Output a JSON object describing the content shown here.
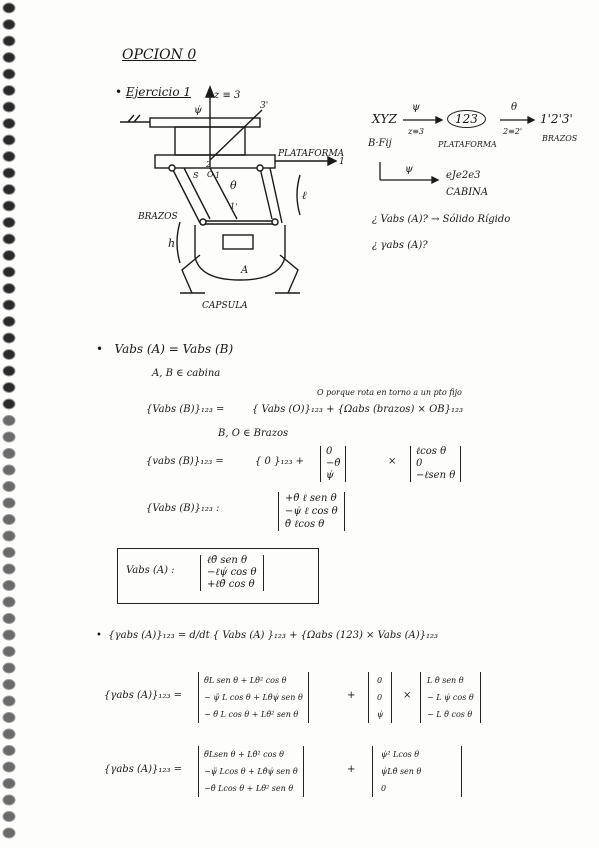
{
  "header": {
    "title": "OPCION 0",
    "exercise": "Ejercicio 1"
  },
  "diagram": {
    "labels": {
      "z_axis": "z ≡ 3",
      "axis_3p": "3'",
      "psi_dot": "ψ̇",
      "plataforma": "PLATAFORMA",
      "axis_1": "1",
      "n2": "2",
      "s": "S",
      "n1": "1",
      "o": "O",
      "theta": "θ",
      "n1p": "1'",
      "brazos": "BRAZOS",
      "l": "ℓ",
      "h": "h",
      "a": "A",
      "capsula": "CAPSULA"
    }
  },
  "frames": {
    "xyz": "XYZ",
    "bfij": "B·Fij",
    "psi": "ψ",
    "z3": "z≡3",
    "n123": "123",
    "plataforma": "PLATAFORMA",
    "theta": "θ",
    "z2": "2≡2'",
    "n1p2p3p": "1'2'3'",
    "brazos": "BRAZOS",
    "psi2": "ψ",
    "ejes": "eJe2e3",
    "cabina": "CABINA",
    "q1": "¿ Vabs (A)?  → Sólido Rígido",
    "q2": "¿ γabs (A)?"
  },
  "equations": {
    "eq1": "Vabs (A)  =  Vabs (B)",
    "eq2": "A, B ∈ cabina",
    "note": "O porque rota en torno a un pto fijo",
    "eq3_lhs": "{Vabs (B)}₁₂₃ =",
    "eq3_rhs": "{ Vabs (O)}₁₂₃  +  {Ωabs (brazos)  ×  OB}₁₂₃",
    "eq4": "B, O ∈ Brazos",
    "eq5_lhs": "{vabs (B)}₁₂₃ =",
    "eq5_rhs": "{ 0 }₁₂₃  +",
    "v1": [
      "0",
      "−θ̇",
      "ψ̇"
    ],
    "v2": [
      "ℓcos θ",
      "0",
      "−ℓsen θ"
    ],
    "eq6_lhs": "{Vabs (B)}₁₂₃ :",
    "v3": [
      "+θ̇ ℓ sen θ",
      "−ψ̇ ℓ cos θ",
      "θ̇ ℓcos θ"
    ],
    "boxed_lhs": "Vabs (A) :",
    "boxed": [
      "ℓθ̇ sen θ",
      "−ℓψ̇ cos θ",
      "+ℓθ̇ cos θ"
    ],
    "eq7": "{γabs (A)}₁₂₃  =  d/dt { Vabs (A) }₁₂₃ + {Ωabs (123)  ×  Vabs (A)}₁₂₃",
    "eq8_lhs": "{γabs (A)}₁₂₃ =",
    "m1": [
      "θ̈L sen θ + Lθ̇² cos θ",
      "− ψ̈ L cos θ + Lθ̇ψ̇ sen θ",
      "− θ̈ L cos θ + Lθ̇² sen θ"
    ],
    "m2": [
      "0",
      "0",
      "ψ̇"
    ],
    "m3": [
      "L θ̇ sen θ",
      "− L ψ̇ cos θ",
      "− L θ̇ cos θ"
    ],
    "eq9_lhs": "{γabs (A)}₁₂₃ =",
    "m4": [
      "θ̈Lsen θ + Lθ̇² cos θ",
      "−ψ̈ Lcos θ + Lθ̇ψ̇ sen θ",
      "−θ̈ Lcos θ + Lθ̇² sen θ"
    ],
    "m5": [
      "ψ̇² Lcos θ",
      "ψ̇Lθ̇ sen θ",
      "0"
    ]
  }
}
